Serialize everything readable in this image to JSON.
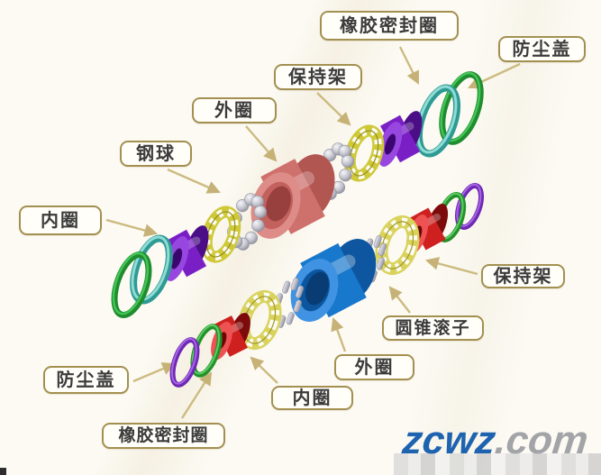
{
  "diagram": {
    "labels": {
      "seal_top": "橡胶密封圈",
      "dust_top": "防尘盖",
      "cage_top": "保持架",
      "outer_top": "外圈",
      "ball": "钢球",
      "inner_left": "内圈",
      "cage_right": "保持架",
      "roller": "圆锥滚子",
      "outer_bottom": "外圈",
      "inner_bottom": "内圈",
      "dust_bottom": "防尘盖",
      "seal_bottom": "橡胶密封圈"
    },
    "colors": {
      "label_border": "#a39050",
      "label_text": "#3b3b3b",
      "arrow": "#ccbb80",
      "dust_cover_green": "#1f8c2e",
      "seal_teal": "#2f9a94",
      "inner_ring_purple": "#7a1fc6",
      "cage_yellow": "#cfc93a",
      "steel_gray": "#b9b9c2",
      "ball_outer_ring_salmon": "#ce706c",
      "roller_outer_ring_blue": "#1878cc",
      "inner_ring_red": "#cf2020",
      "seal_green": "#2aa030",
      "dust_cover_purple": "#7a2ec6"
    }
  },
  "watermark": {
    "brand": "zcwz",
    "suffix": ".com",
    "brand_color": "#1e63b0",
    "suffix_color": "#a2a4a7"
  }
}
